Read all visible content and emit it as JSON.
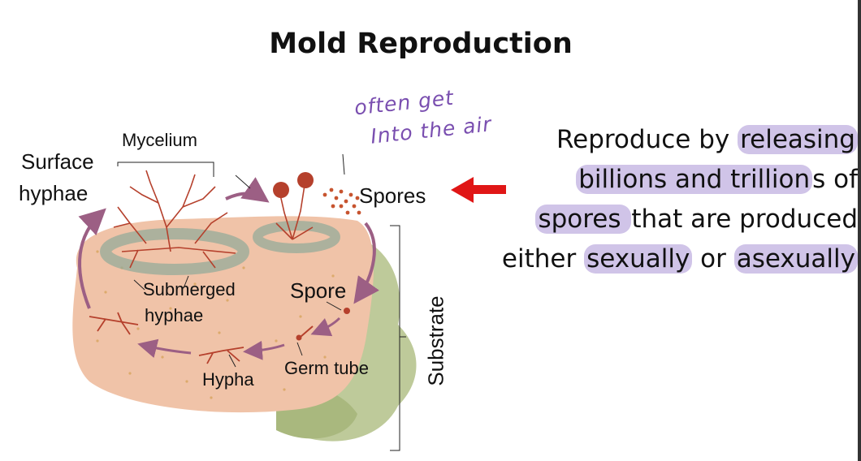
{
  "title": "Mold Reproduction",
  "annotation": {
    "line1": "often get",
    "line2": "Into the air"
  },
  "diagram": {
    "labels": {
      "mycelium": "Mycelium",
      "surface_line1": "Surface",
      "surface_line2": "hyphae",
      "spores": "Spores",
      "submerged_line1": "Submerged",
      "submerged_line2": "hyphae",
      "spore": "Spore",
      "germ_tube": "Germ tube",
      "hypha": "Hypha",
      "substrate": "Substrate"
    },
    "colors": {
      "strawberry": "#f0c3a8",
      "mold_patch": "#8faa98",
      "hyphae": "#b5402c",
      "arrow": "#9c5f84",
      "leaf": "#b7c48f",
      "pointer_arrow": "#e01616"
    }
  },
  "text": {
    "l1_pre": "Reproduce by ",
    "l1_hl": "releasing",
    "l2_hl": "billions and trillion",
    "l2_post": "s of",
    "l3_hl": "spores ",
    "l3_post": "that are produced",
    "l4_pre": "either ",
    "l4_hl1": "sexually",
    "l4_mid": " or ",
    "l4_hl2": "asexually"
  }
}
